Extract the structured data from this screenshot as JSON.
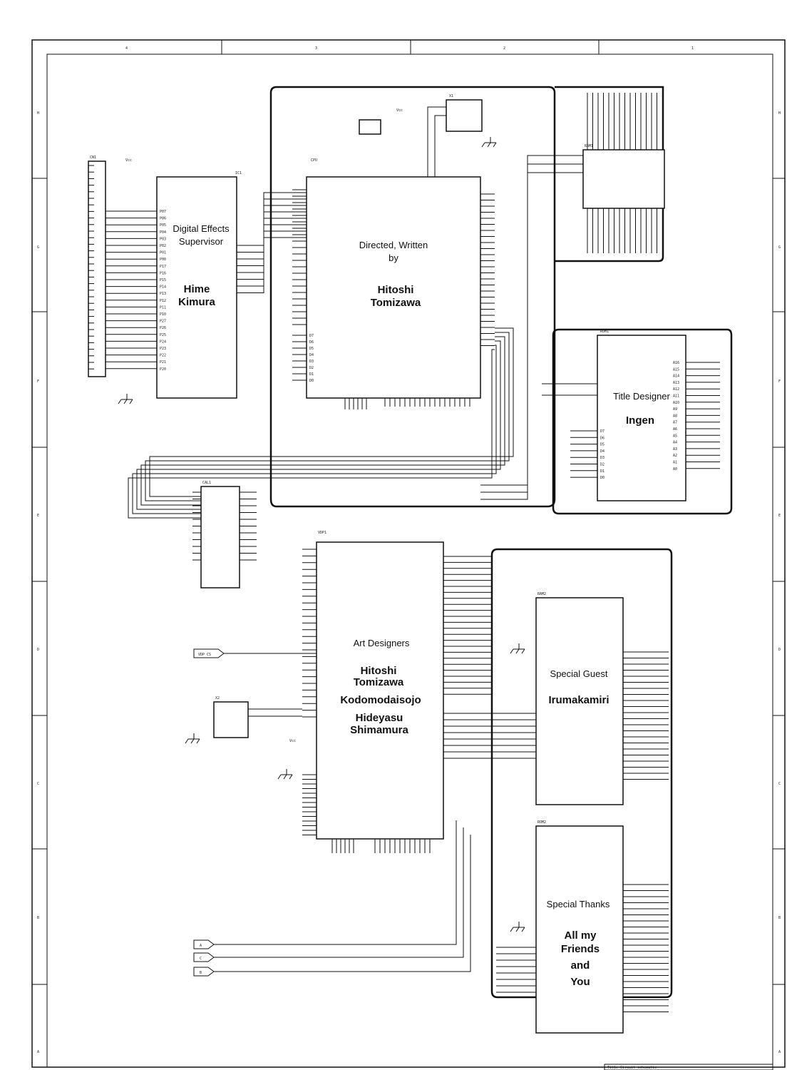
{
  "credits": {
    "digital_effects": {
      "role_line1": "Digital Effects",
      "role_line2": "Supervisor",
      "name_line1": "Hime",
      "name_line2": "Kimura"
    },
    "director": {
      "role_line1": "Directed, Written",
      "role_line2": "by",
      "name_line1": "Hitoshi",
      "name_line2": "Tomizawa"
    },
    "title_designer": {
      "role": "Title Designer",
      "name": "Ingen"
    },
    "art_designers": {
      "role": "Art Designers",
      "names": [
        "Hitoshi",
        "Tomizawa",
        "Kodomodaisojo",
        "Hideyasu",
        "Shimamura"
      ]
    },
    "special_guest": {
      "role": "Special Guest",
      "name": "Irumakamiri"
    },
    "special_thanks": {
      "role": "Special Thanks",
      "names": [
        "All my",
        "Friends",
        "and",
        "You"
      ]
    }
  },
  "chips": {
    "cn": "CN1",
    "ic": "IC1",
    "cpu": "CPU",
    "ram1": "RAM1",
    "rom1": "ROM1",
    "cal": "CAL1",
    "vdp": "VDP1",
    "ram2": "RAM2",
    "rom2": "ROM2",
    "x1": "X1",
    "x2": "X2",
    "vdp_cs": "VDP CS",
    "vcc": "Vcc"
  },
  "ports": [
    "A",
    "C",
    "B"
  ],
  "ic_pins": [
    "P07",
    "P06",
    "P05",
    "P04",
    "P03",
    "P02",
    "P01",
    "P00",
    "P17",
    "P16",
    "P15",
    "P14",
    "P13",
    "P12",
    "P11",
    "P10",
    "P27",
    "P26",
    "P25",
    "P24",
    "P23",
    "P22",
    "P21",
    "P20"
  ],
  "ram_pins": [
    "A0",
    "A1",
    "A2",
    "A3",
    "A4",
    "A5",
    "A6",
    "A7",
    "A8",
    "A9",
    "A10",
    "A11",
    "A12",
    "A13"
  ],
  "rom_pins": [
    "A16",
    "A15",
    "A14",
    "A13",
    "A12",
    "A11",
    "A10",
    "A9",
    "A8",
    "A7",
    "A6",
    "A5",
    "A4",
    "A3",
    "A2",
    "A1",
    "A0"
  ],
  "data_pins": [
    "D7",
    "D6",
    "D5",
    "D4",
    "D3",
    "D2",
    "D1",
    "D0"
  ],
  "col_marks": [
    "4",
    "3",
    "2",
    "1"
  ],
  "row_marks": [
    "H",
    "G",
    "F",
    "E",
    "D",
    "C",
    "B",
    "A"
  ],
  "title_block": "Title  Circuit schematic"
}
